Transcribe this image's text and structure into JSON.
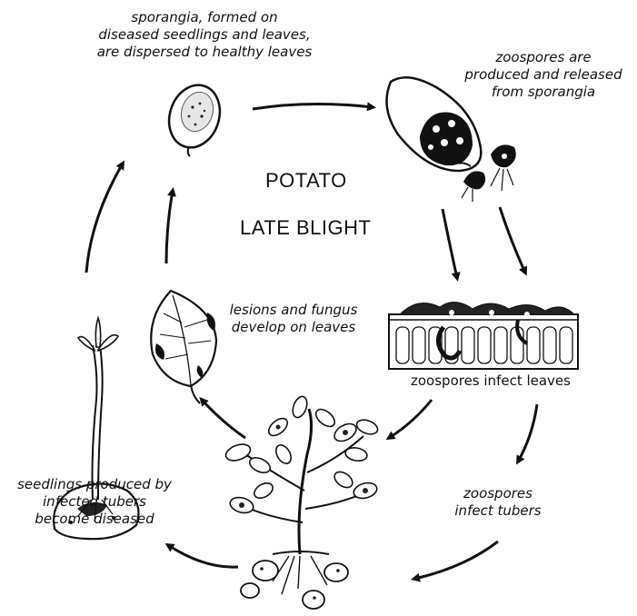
{
  "diagram": {
    "title_line1": "POTATO",
    "title_line2": "LATE BLIGHT",
    "stages": {
      "sporangia_dispersal": [
        "sporangia, formed on",
        "diseased seedlings and leaves,",
        "are dispersed to healthy leaves"
      ],
      "zoospores_released": [
        "zoospores are",
        "produced and released",
        "from sporangia"
      ],
      "zoospores_infect_leaves": "zoospores infect leaves",
      "zoospores_infect_tubers": [
        "zoospores",
        "infect tubers"
      ],
      "seedlings_diseased": [
        "seedlings produced by",
        "infected tubers",
        "become diseased"
      ],
      "lesions_on_leaves": [
        "lesions and fungus",
        "develop on leaves"
      ]
    }
  }
}
